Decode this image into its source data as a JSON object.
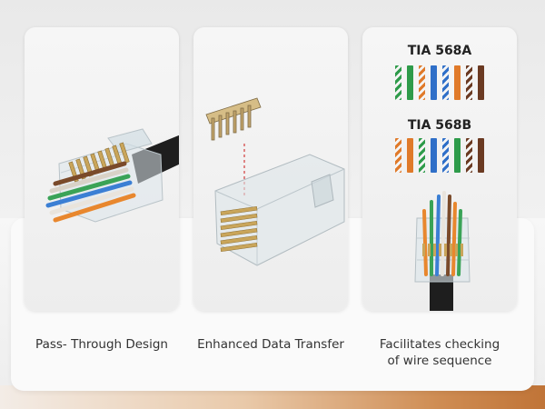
{
  "cards": [
    {
      "caption": "Pass- Through Design"
    },
    {
      "caption": "Enhanced Data Transfer"
    },
    {
      "caption_line1": "Facilitates checking",
      "caption_line2": "of wire sequence"
    }
  ],
  "standards": {
    "a": {
      "title": "TIA 568A",
      "wires": [
        {
          "color": "#2e9b4a",
          "striped": true
        },
        {
          "color": "#2e9b4a",
          "striped": false
        },
        {
          "color": "#e07a2a",
          "striped": true
        },
        {
          "color": "#2f6fc8",
          "striped": false
        },
        {
          "color": "#2f6fc8",
          "striped": true
        },
        {
          "color": "#e07a2a",
          "striped": false
        },
        {
          "color": "#6b3a22",
          "striped": true
        },
        {
          "color": "#6b3a22",
          "striped": false
        }
      ]
    },
    "b": {
      "title": "TIA 568B",
      "wires": [
        {
          "color": "#e07a2a",
          "striped": true
        },
        {
          "color": "#e07a2a",
          "striped": false
        },
        {
          "color": "#2e9b4a",
          "striped": true
        },
        {
          "color": "#2f6fc8",
          "striped": false
        },
        {
          "color": "#2f6fc8",
          "striped": true
        },
        {
          "color": "#2e9b4a",
          "striped": false
        },
        {
          "color": "#6b3a22",
          "striped": true
        },
        {
          "color": "#6b3a22",
          "striped": false
        }
      ]
    }
  }
}
